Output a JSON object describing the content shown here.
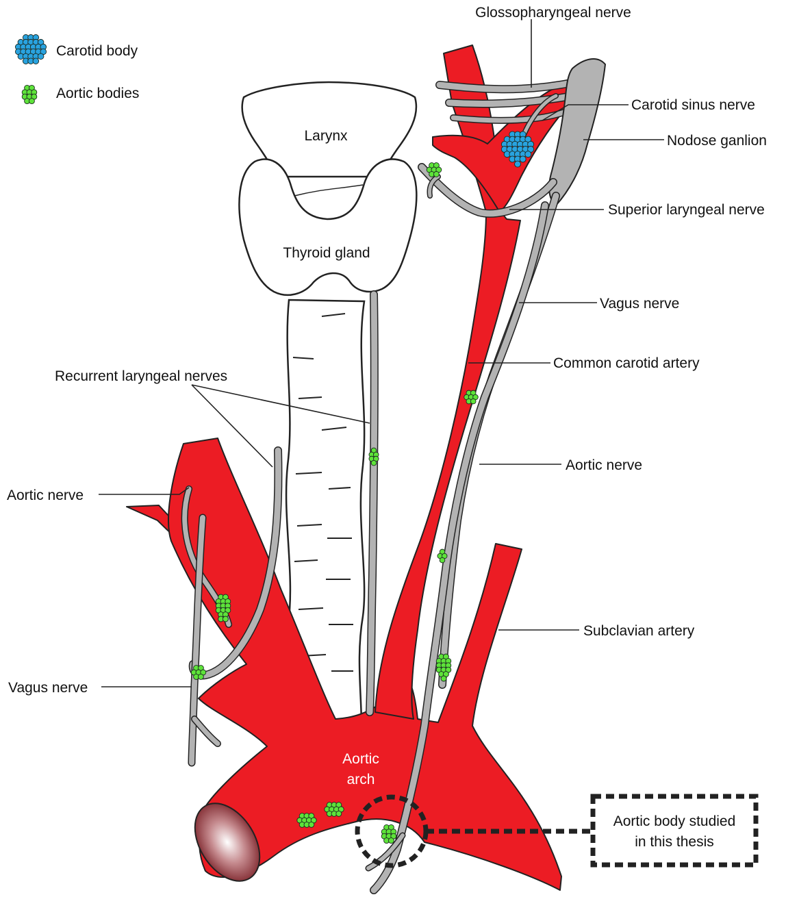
{
  "legend": {
    "carotid_body": "Carotid body",
    "aortic_bodies": "Aortic bodies"
  },
  "structures": {
    "larynx": "Larynx",
    "thyroid": "Thyroid gland",
    "aortic_arch_line1": "Aortic",
    "aortic_arch_line2": "arch"
  },
  "labels": {
    "glossopharyngeal": "Glossopharyngeal nerve",
    "carotid_sinus": "Carotid sinus nerve",
    "nodose": "Nodose ganlion",
    "superior_laryngeal": "Superior laryngeal nerve",
    "vagus_right": "Vagus nerve",
    "common_carotid": "Common carotid artery",
    "aortic_nerve_right": "Aortic nerve",
    "subclavian": "Subclavian artery",
    "recurrent_laryngeal": "Recurrent laryngeal nerves",
    "aortic_nerve_left": "Aortic nerve",
    "vagus_left": "Vagus nerve"
  },
  "callout": {
    "line1": "Aortic body studied",
    "line2": "in this thesis"
  },
  "colors": {
    "artery": "#ec1c24",
    "nerve": "#b3b3b3",
    "carotid_body": "#29a3e0",
    "aortic_body": "#5ee33a",
    "outline": "#222222"
  }
}
